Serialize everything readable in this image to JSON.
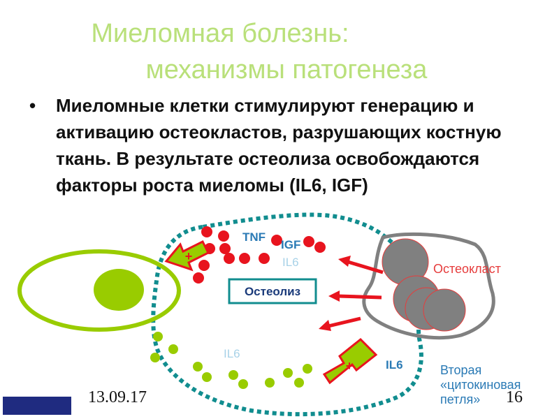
{
  "slide": {
    "title_line1": "Миеломная болезнь:",
    "title_line2": "механизмы патогенеза",
    "bullet_symbol": "•",
    "bullet_text": "Миеломные клетки стимулируют генерацию и активацию остеокластов, разрушающих  костную ткань. В результате остеолиза освобождаются факторы роста миеломы (IL6, IGF)",
    "date": "13.09.17",
    "page_number": "16"
  },
  "diagram": {
    "labels": {
      "tnf": "TNF",
      "igf": "IGF",
      "il6_center": "IL6",
      "il6_lower": "IL6",
      "il6_right": "IL6",
      "osteoclast": "Остеокласт",
      "osteolysis": "Остеолиз",
      "second_loop": "Вторая «цитокиновая петля»",
      "plus": "+",
      "minus": "-"
    },
    "colors": {
      "red_dots": "#e8141e",
      "green_cell": "#99cc00",
      "teal_dotted": "#118d8f",
      "osteoclast_gray": "#808080",
      "osteoclast_label": "#e63c3c",
      "arrow_red": "#e8141e",
      "il6_light": "#a8d2e8",
      "second_loop_text": "#2a7ab5"
    }
  }
}
